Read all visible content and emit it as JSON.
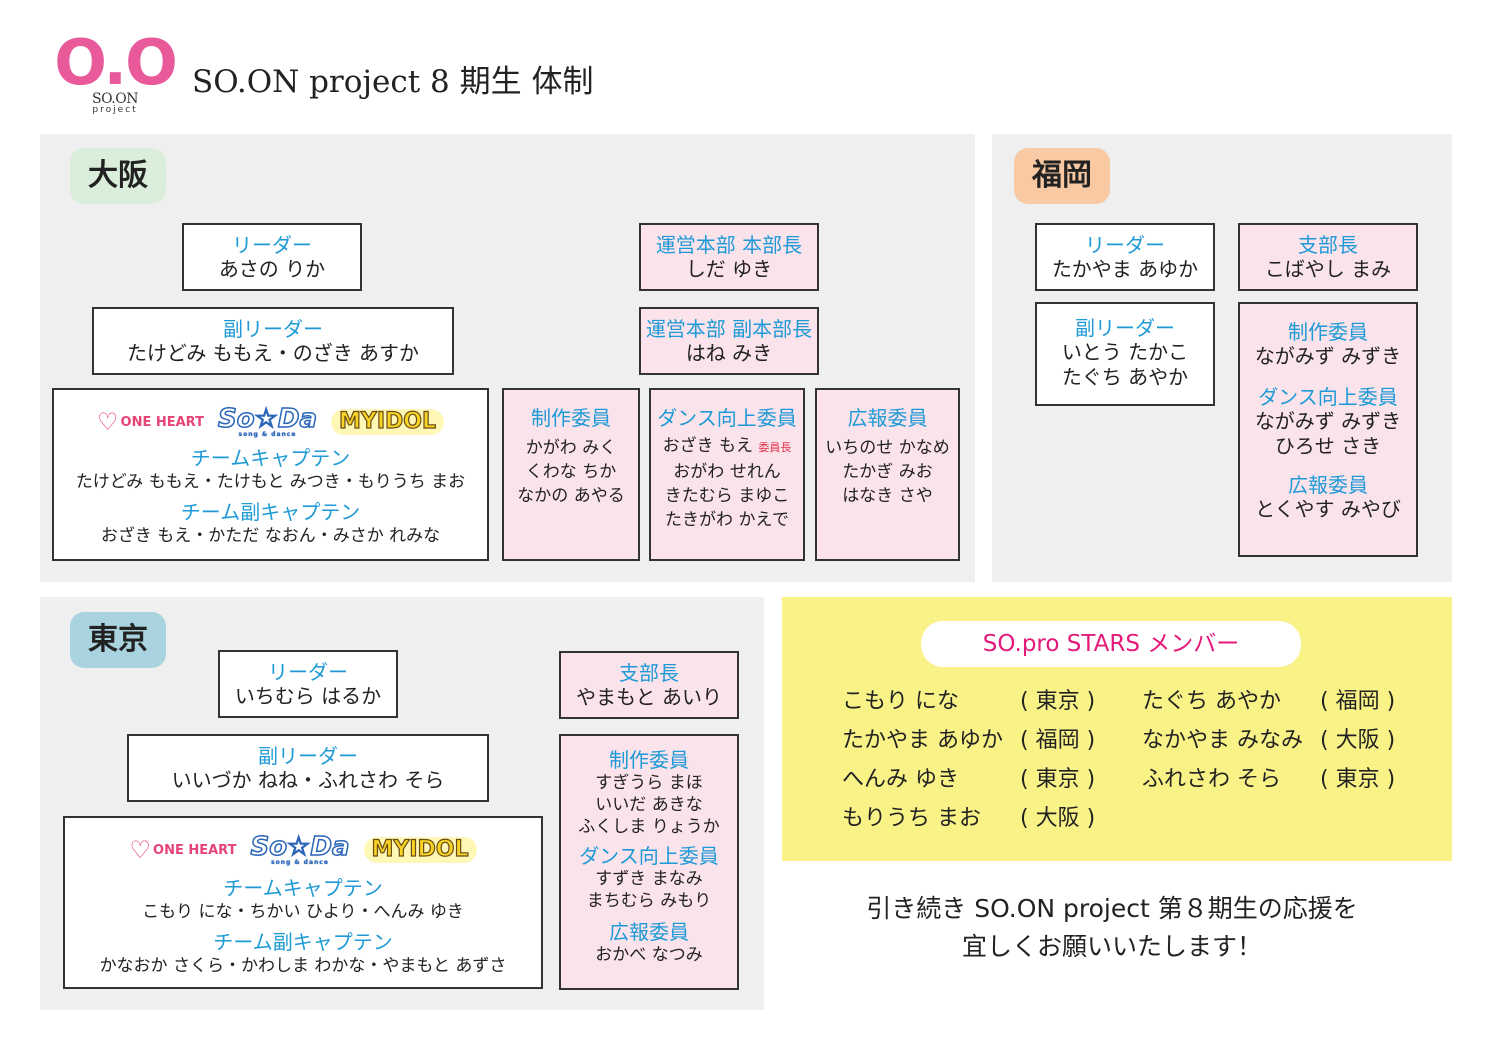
{
  "header": {
    "logo_mark": "O.O",
    "logo_brand": "SO.ON",
    "logo_sub": "project",
    "title": "SO.ON project 8 期生 体制"
  },
  "colors": {
    "role_blue": "#1e9ad6",
    "pink_box": "#fbe3ec",
    "osaka_label": "#dbeedc",
    "fukuoka_label": "#f8c9a2",
    "tokyo_label": "#a8d3df",
    "stars_bg": "#f9f287",
    "stars_title": "#e4197a"
  },
  "team_logos": {
    "one_heart": "ONE HEART",
    "soda": "So☆Da",
    "soda_sub": "song & dance",
    "myidol": "MYIDOL"
  },
  "osaka": {
    "label": "大阪",
    "leader": {
      "role": "リーダー",
      "name": "あさの りか"
    },
    "sub_leader": {
      "role": "副リーダー",
      "name": "たけどみ ももえ・のざき あすか"
    },
    "team_captain": {
      "role": "チームキャプテン",
      "name": "たけどみ ももえ・たけもと みつき・もりうち まお"
    },
    "team_sub_captain": {
      "role": "チーム副キャプテン",
      "name": "おざき もえ・かただ なおん・みさか れみな"
    },
    "hq_chief": {
      "role": "運営本部 本部長",
      "name": "しだ ゆき"
    },
    "hq_vice": {
      "role": "運営本部 副本部長",
      "name": "はね みき"
    },
    "production": {
      "role": "制作委員",
      "names": [
        "かがわ みく",
        "くわな ちか",
        "なかの あやる"
      ]
    },
    "dance": {
      "role": "ダンス向上委員",
      "chair_name": "おざき もえ",
      "chair_tag": "委員長",
      "names": [
        "おがわ せれん",
        "きたむら まゆこ",
        "たきがわ かえで"
      ]
    },
    "pr": {
      "role": "広報委員",
      "names": [
        "いちのせ かなめ",
        "たかぎ みお",
        "はなき さや"
      ]
    }
  },
  "fukuoka": {
    "label": "福岡",
    "leader": {
      "role": "リーダー",
      "name": "たかやま あゆか"
    },
    "branch_chief": {
      "role": "支部長",
      "name": "こばやし まみ"
    },
    "sub_leader": {
      "role": "副リーダー",
      "names": [
        "いとう たかこ",
        "たぐち あやか"
      ]
    },
    "committees": {
      "production_role": "制作委員",
      "production_names": [
        "ながみず みずき"
      ],
      "dance_role": "ダンス向上委員",
      "dance_names": [
        "ながみず みずき",
        "ひろせ さき"
      ],
      "pr_role": "広報委員",
      "pr_names": [
        "とくやす みやび"
      ]
    }
  },
  "tokyo": {
    "label": "東京",
    "leader": {
      "role": "リーダー",
      "name": "いちむら はるか"
    },
    "branch_chief": {
      "role": "支部長",
      "name": "やまもと あいり"
    },
    "sub_leader": {
      "role": "副リーダー",
      "name": "いいづか ねね・ふれさわ そら"
    },
    "team_captain": {
      "role": "チームキャプテン",
      "name": "こもり にな・ちかい ひより・へんみ ゆき"
    },
    "team_sub_captain": {
      "role": "チーム副キャプテン",
      "name": "かなおか さくら・かわしま わかな・やまもと あずさ"
    },
    "committees": {
      "production_role": "制作委員",
      "production_names": [
        "すぎうら まほ",
        "いいだ あきな",
        "ふくしま りょうか"
      ],
      "dance_role": "ダンス向上委員",
      "dance_names": [
        "すずき まなみ",
        "まちむら みもり"
      ],
      "pr_role": "広報委員",
      "pr_names": [
        "おかべ なつみ"
      ]
    }
  },
  "stars": {
    "title": "SO.pro STARS メンバー",
    "left": [
      {
        "name": "こもり にな",
        "region": "( 東京 )"
      },
      {
        "name": "たかやま あゆか",
        "region": "( 福岡 )"
      },
      {
        "name": "へんみ ゆき",
        "region": "( 東京 )"
      },
      {
        "name": "もりうち まお",
        "region": "( 大阪 )"
      }
    ],
    "right": [
      {
        "name": "たぐち あやか",
        "region": "( 福岡 )"
      },
      {
        "name": "なかやま みなみ",
        "region": "( 大阪 )"
      },
      {
        "name": "ふれさわ そら",
        "region": "( 東京 )"
      }
    ]
  },
  "closing": {
    "line1": "引き続き SO.ON project 第８期生の応援を",
    "line2": "宜しくお願いいたします！"
  }
}
